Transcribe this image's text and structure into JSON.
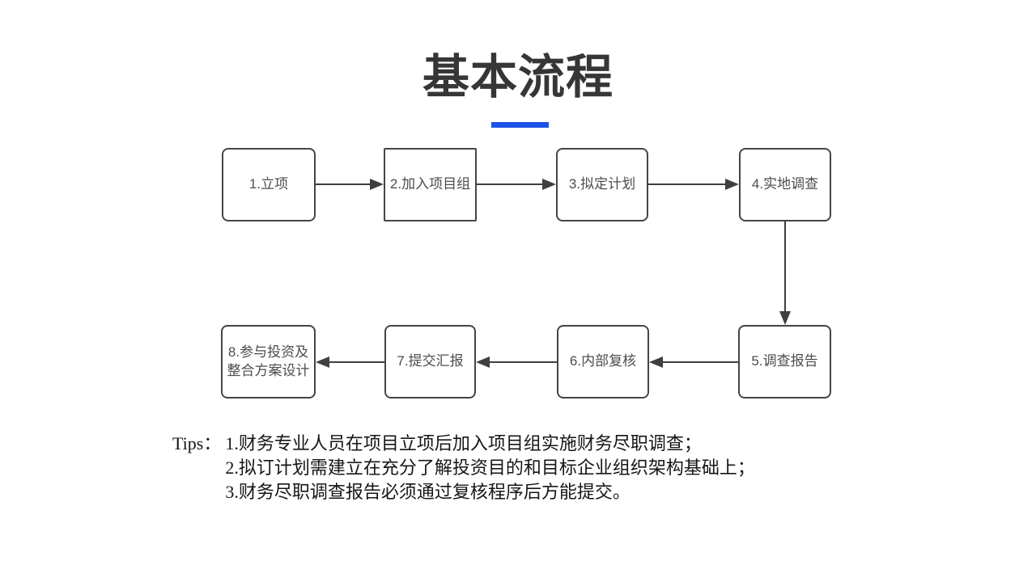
{
  "slide": {
    "title": "基本流程",
    "accent_color": "#1e52e6",
    "background_color": "#ffffff",
    "border_color": "#454545"
  },
  "flowchart": {
    "nodes": [
      {
        "id": 1,
        "label": "1.立项"
      },
      {
        "id": 2,
        "label": "2.加入项目组"
      },
      {
        "id": 3,
        "label": "3.拟定计划"
      },
      {
        "id": 4,
        "label": "4.实地调查"
      },
      {
        "id": 5,
        "label": "5.调查报告"
      },
      {
        "id": 6,
        "label": "6.内部复核"
      },
      {
        "id": 7,
        "label": "7.提交汇报"
      },
      {
        "id": 8,
        "label": "8.参与投资及\n整合方案设计"
      }
    ],
    "edges": [
      {
        "from": 1,
        "to": 2
      },
      {
        "from": 2,
        "to": 3
      },
      {
        "from": 3,
        "to": 4
      },
      {
        "from": 4,
        "to": 5
      },
      {
        "from": 5,
        "to": 6
      },
      {
        "from": 6,
        "to": 7
      },
      {
        "from": 7,
        "to": 8
      }
    ]
  },
  "tips": {
    "prefix": "Tips：",
    "items": [
      "1.财务专业人员在项目立项后加入项目组实施财务尽职调查；",
      "2.拟订计划需建立在充分了解投资目的和目标企业组织架构基础上；",
      "3.财务尽职调查报告必须通过复核程序后方能提交。"
    ]
  }
}
